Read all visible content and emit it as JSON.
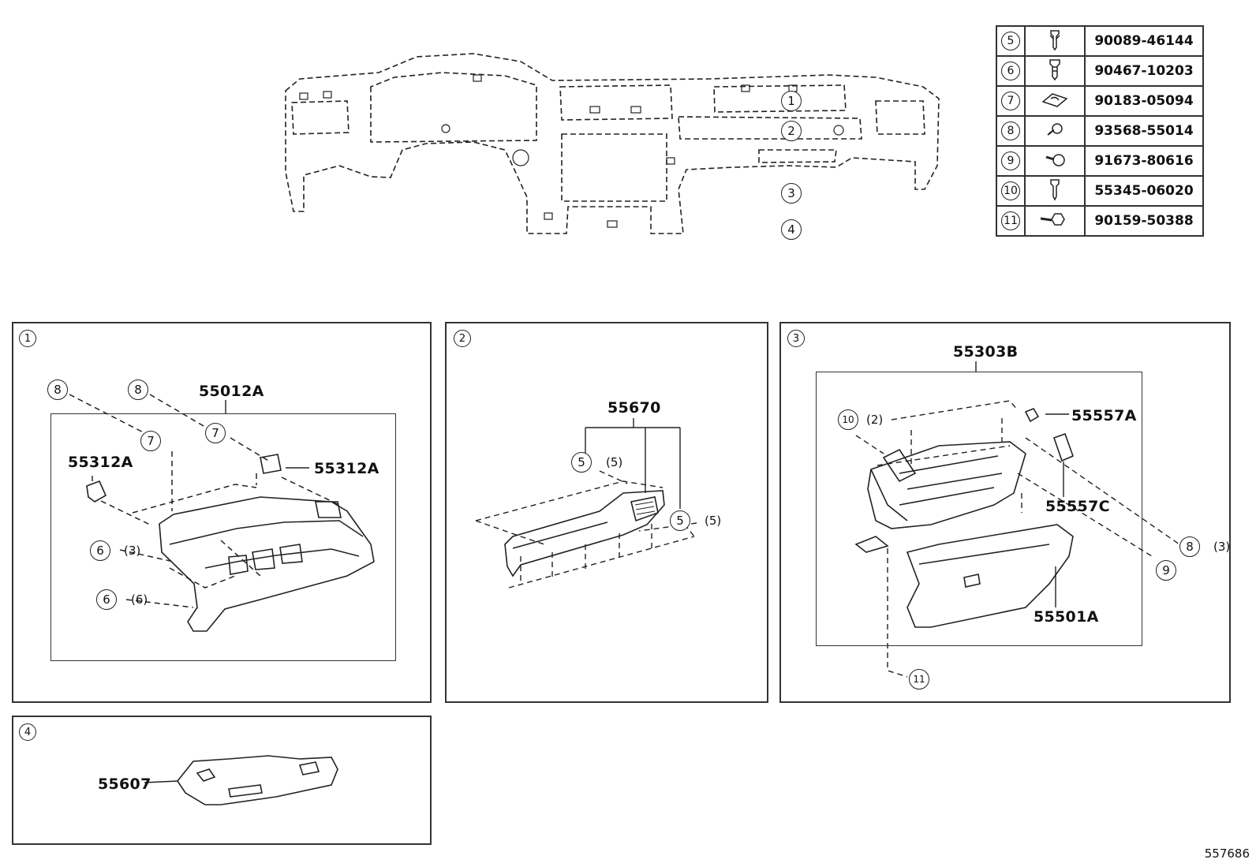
{
  "fastener_table": [
    {
      "ref": "5",
      "icon": "clip-icon",
      "part": "90089-46144"
    },
    {
      "ref": "6",
      "icon": "clip-icon",
      "part": "90467-10203"
    },
    {
      "ref": "7",
      "icon": "nut-clip-icon",
      "part": "90183-05094"
    },
    {
      "ref": "8",
      "icon": "screw-icon",
      "part": "93568-55014"
    },
    {
      "ref": "9",
      "icon": "screw-icon",
      "part": "91673-80616"
    },
    {
      "ref": "10",
      "icon": "clip-icon",
      "part": "55345-06020"
    },
    {
      "ref": "11",
      "icon": "bolt-icon",
      "part": "90159-50388"
    }
  ],
  "overview": {
    "callouts": [
      "1",
      "2",
      "3",
      "4"
    ]
  },
  "panel1": {
    "id": "1",
    "assembly": "55012A",
    "parts": {
      "left_clip": "55312A",
      "right_clip": "55312A"
    },
    "refs": {
      "a": "8",
      "b": "8",
      "c": "7",
      "d": "7",
      "e": "6",
      "f": "6"
    },
    "qty": {
      "e": "(3)",
      "f": "(6)"
    }
  },
  "panel2": {
    "id": "2",
    "assembly": "55670",
    "refs": {
      "a": "5",
      "b": "5"
    },
    "qty": {
      "a": "(5)",
      "b": "(5)"
    }
  },
  "panel3": {
    "id": "3",
    "assembly": "55303B",
    "parts": {
      "bulb": "55557A",
      "damper": "55557C",
      "door": "55501A"
    },
    "refs": {
      "a": "10",
      "b": "8",
      "c": "9",
      "d": "11"
    },
    "qty": {
      "a": "(2)",
      "b": "(3)"
    }
  },
  "panel4": {
    "id": "4",
    "part": "55607"
  },
  "diagram_id": "557686"
}
